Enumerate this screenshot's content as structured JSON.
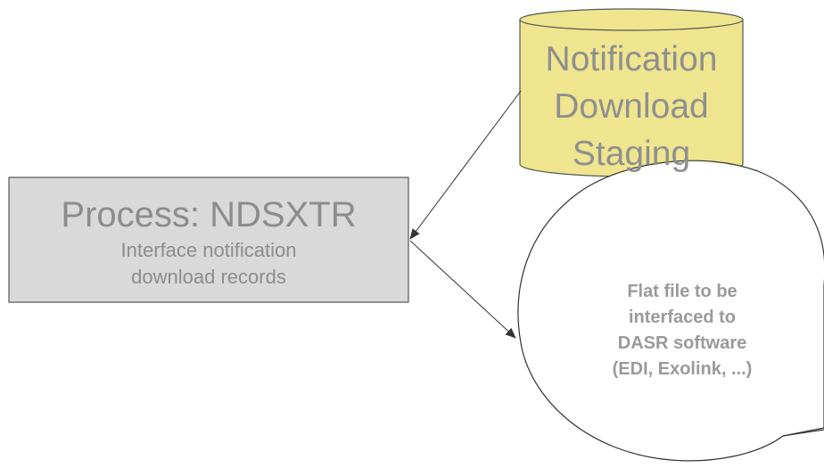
{
  "staging_store": {
    "lines": [
      "Notification",
      "Download",
      "Staging"
    ],
    "fill_color": "#eee58e",
    "stroke_color": "#555555"
  },
  "process_box": {
    "title": "Process: NDSXTR",
    "description_lines": [
      "Interface notification",
      "download records"
    ],
    "fill_color": "#d9d9d9",
    "stroke_color": "#555555"
  },
  "flat_file": {
    "lines": [
      "Flat file to be",
      "interfaced to",
      "DASR software",
      "(EDI, Exolink, ...)"
    ],
    "fill_color": "#ffffff",
    "stroke_color": "#333333"
  },
  "connectors": [
    {
      "from": "staging_store",
      "to": "process_box"
    },
    {
      "from": "process_box",
      "to": "flat_file"
    }
  ]
}
